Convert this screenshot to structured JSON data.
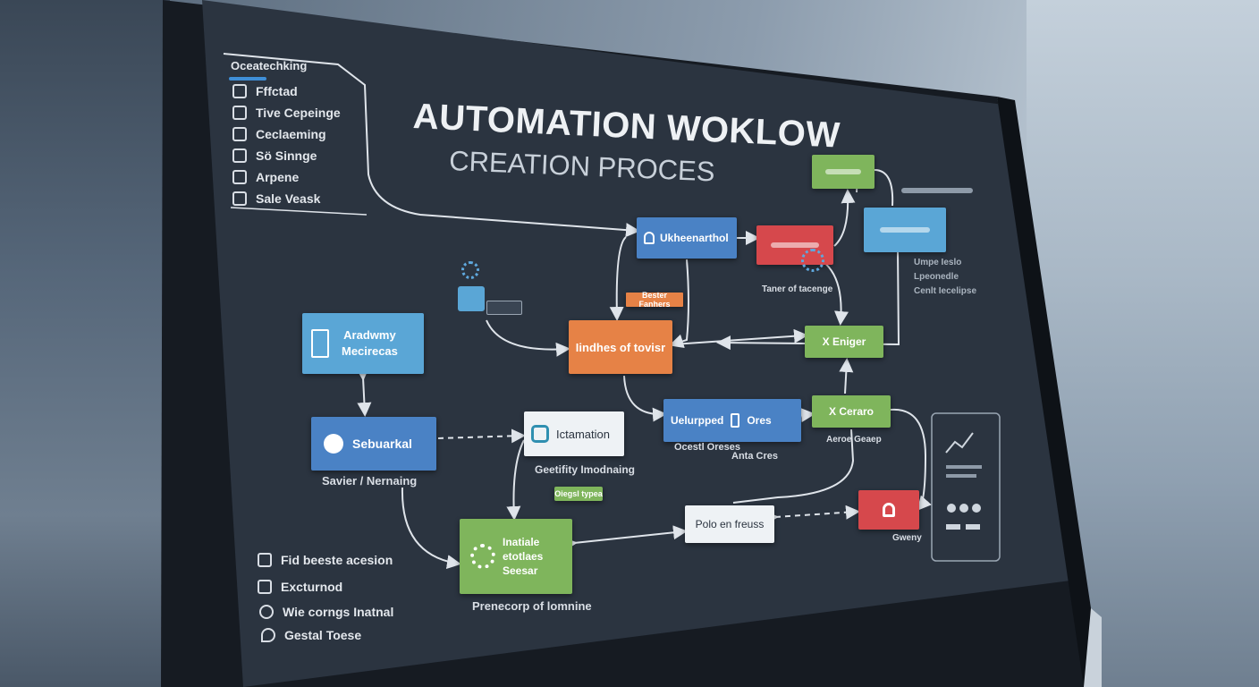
{
  "title": {
    "line1": "AUTOMATION WOKLOW",
    "line2": "CREATION PROCES"
  },
  "top_menu": {
    "header": "Oceatechking",
    "items": [
      "Fffctad",
      "Tive Cepeinge",
      "Ceclaeming",
      "Sö Sinnge",
      "Arpene",
      "Sale Veask"
    ]
  },
  "bottom_menu": {
    "items": [
      "Fid beeste acesion",
      "Excturnod",
      "Wie corngs Inatnal",
      "Gestal Toese"
    ]
  },
  "nodes": {
    "top_blue": "Ukheenarthol",
    "top_red": "",
    "top_green": "",
    "right_blue": "",
    "center_orange": "Iindhes of tovisr",
    "center_tag": "Bester Fanhers",
    "left_blue_top": {
      "line1": "Aradwmy",
      "line2": "Mecirecas"
    },
    "left_blue_mid": "Sebuarkal",
    "mid_teal": "Ictamation",
    "mid_green_tag": "Oiegsl typea",
    "mid_blue": "Uelurpped",
    "mid_blue_right": "Ores",
    "green_mid_right": "X Ceraro",
    "green_right_top": "X Eniger",
    "white_box": "Polo en freuss",
    "red_small": "",
    "gear_green": {
      "line1": "Inatiale",
      "line2": "etotlaes",
      "line3": "Seesar"
    }
  },
  "labels": {
    "left_blue_mid_caption": "Savier / Nernaing",
    "teal_caption": "Geetifity Imodnaing",
    "mid_blue_caption_a": "Ocestl Oreses",
    "mid_blue_caption_b": "Anta Cres",
    "red_caption": "Taner of tacenge",
    "green_caption": "Aeroe Geaep",
    "red_small_caption": "Gweny",
    "gear_caption": "Prenecorp of lomnine"
  },
  "right_list": {
    "items": [
      "Umpe Ieslo",
      "Lpeonedle",
      "Cenlt Iecelipse"
    ]
  },
  "colors": {
    "blue": "#4a82c5",
    "red": "#d6484c",
    "green": "#7fb55c",
    "orange": "#e68246",
    "teal": "#52a9c6",
    "screen": "#2b3440"
  }
}
